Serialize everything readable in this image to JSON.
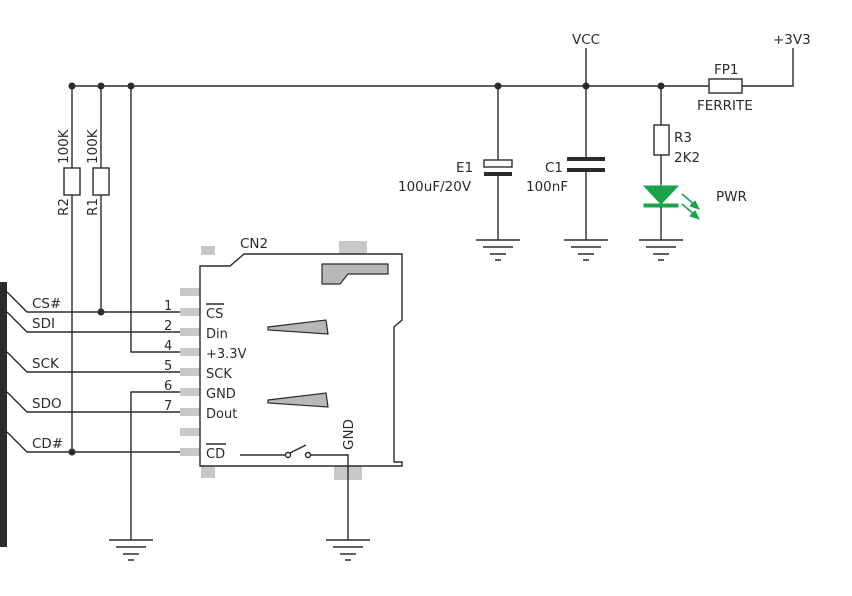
{
  "rails": {
    "vcc": "VCC",
    "v33": "+3V3"
  },
  "ferrite": {
    "ref": "FP1",
    "value": "FERRITE"
  },
  "r3": {
    "ref": "R3",
    "value": "2K2"
  },
  "led": {
    "label": "PWR",
    "color": "#1aa34a"
  },
  "c1": {
    "ref": "C1",
    "value": "100nF"
  },
  "e1": {
    "ref": "E1",
    "value": "100uF/20V"
  },
  "r1": {
    "ref": "R1",
    "value": "100K"
  },
  "r2": {
    "ref": "R2",
    "value": "100K"
  },
  "connector": {
    "ref": "CN2",
    "pins": [
      {
        "num": "1",
        "name": "CS"
      },
      {
        "num": "2",
        "name": "Din"
      },
      {
        "num": "4",
        "name": "+3.3V"
      },
      {
        "num": "5",
        "name": "SCK"
      },
      {
        "num": "6",
        "name": "GND"
      },
      {
        "num": "7",
        "name": "Dout"
      },
      {
        "num": "",
        "name": "CD"
      }
    ],
    "gnd_label": "GND"
  },
  "bus": {
    "signals": [
      "CS#",
      "SDI",
      "SCK",
      "SDO",
      "CD#"
    ]
  }
}
